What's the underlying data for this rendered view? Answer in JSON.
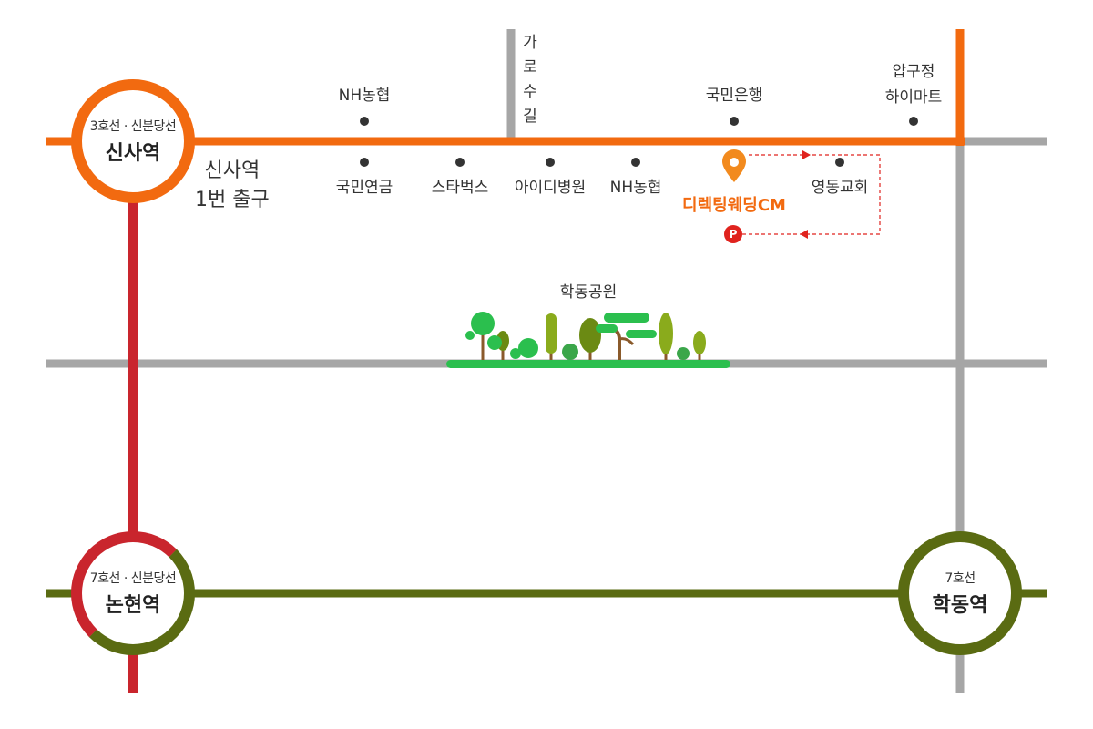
{
  "stations": {
    "sinsa": {
      "line": "3호선 · 신분당선",
      "name": "신사역"
    },
    "nonhyeon": {
      "line": "7호선 · 신분당선",
      "name": "논현역"
    },
    "hakdong": {
      "line": "7호선",
      "name": "학동역"
    }
  },
  "exit_label": [
    "신사역",
    "1번 출구"
  ],
  "street_label": [
    "가",
    "로",
    "수",
    "길"
  ],
  "landmarks_north": [
    "NH농협",
    "국민은행",
    "압구정\n하이마트"
  ],
  "landmarks_south": [
    "국민연금",
    "스타벅스",
    "아이디병원",
    "NH농협",
    "영동교회"
  ],
  "destination": "디렉팅웨딩CM",
  "parking": "P",
  "park": "학동공원",
  "colors": {
    "orange_line": "#f26a10",
    "red_line": "#c9252d",
    "olive_line": "#5a6b12",
    "road": "#a6a6a6",
    "park_green": "#2bbf4e"
  },
  "icons": [
    "location-pin-icon",
    "parking-icon",
    "tree-icon"
  ]
}
